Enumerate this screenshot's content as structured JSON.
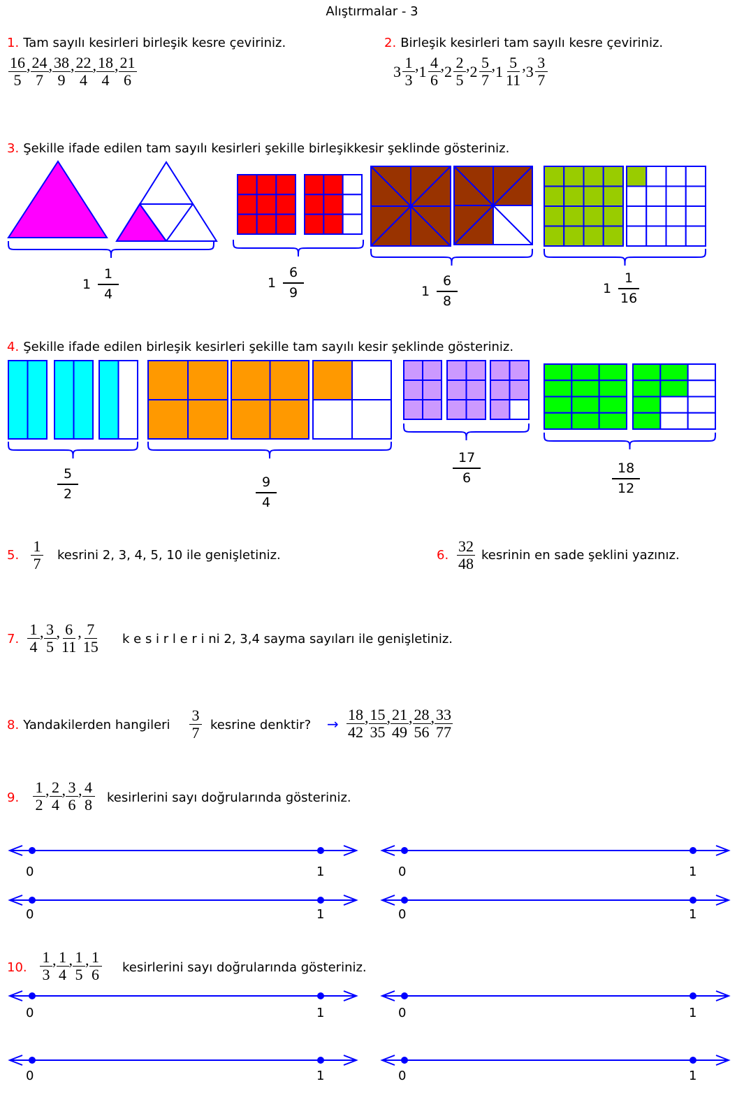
{
  "title": "Alıştırmalar - 3",
  "separator": ",",
  "q1": {
    "num": "1.",
    "text": "Tam sayılı kesirleri birleşik kesre çeviriniz.",
    "fractions": [
      {
        "n": "16",
        "d": "5"
      },
      {
        "n": "24",
        "d": "7"
      },
      {
        "n": "38",
        "d": "9"
      },
      {
        "n": "22",
        "d": "4"
      },
      {
        "n": "18",
        "d": "4"
      },
      {
        "n": "21",
        "d": "6"
      }
    ]
  },
  "q2": {
    "num": "2.",
    "text": "Birleşik kesirleri tam sayılı kesre çeviriniz.",
    "fractions": [
      {
        "w": "3",
        "n": "1",
        "d": "3"
      },
      {
        "w": "1",
        "n": "4",
        "d": "6"
      },
      {
        "w": "2",
        "n": "2",
        "d": "5"
      },
      {
        "w": "2",
        "n": "5",
        "d": "7"
      },
      {
        "w": "1",
        "n": "5",
        "d": "11"
      },
      {
        "w": "3",
        "n": "3",
        "d": "7"
      }
    ]
  },
  "q3": {
    "num": "3.",
    "text": "Şekille ifade edilen tam sayılı kesirleri şekille birleşikkesir şeklinde gösteriniz.",
    "labels": [
      {
        "w": "1",
        "n": "1",
        "d": "4"
      },
      {
        "w": "1",
        "n": "6",
        "d": "9"
      },
      {
        "w": "1",
        "n": "6",
        "d": "8"
      },
      {
        "w": "1",
        "n": "1",
        "d": "16"
      }
    ]
  },
  "q4": {
    "num": "4.",
    "text": "Şekille ifade edilen birleşik kesirleri şekille tam sayılı kesir şeklinde gösteriniz.",
    "labels": [
      {
        "n": "5",
        "d": "2"
      },
      {
        "n": "9",
        "d": "4"
      },
      {
        "n": "17",
        "d": "6"
      },
      {
        "n": "18",
        "d": "12"
      }
    ]
  },
  "q5": {
    "num": "5.",
    "fraction": {
      "n": "1",
      "d": "7"
    },
    "text": "kesrini 2, 3, 4, 5, 10 ile genişletiniz."
  },
  "q6": {
    "num": "6.",
    "fraction": {
      "n": "32",
      "d": "48"
    },
    "text": "kesrinin en sade şeklini yazınız."
  },
  "q7": {
    "num": "7.",
    "fractions": [
      {
        "n": "1",
        "d": "4"
      },
      {
        "n": "3",
        "d": "5"
      },
      {
        "n": "6",
        "d": "11"
      },
      {
        "n": "7",
        "d": "15"
      }
    ],
    "text": "k e s i r l e r i ni 2, 3,4 sayma sayıları ile genişletiniz."
  },
  "q8": {
    "num": "8.",
    "text_before": "Yandakilerden hangileri",
    "fraction": {
      "n": "3",
      "d": "7"
    },
    "text_after": "kesrine denktir?",
    "arrow": "→",
    "fractions": [
      {
        "n": "18",
        "d": "42"
      },
      {
        "n": "15",
        "d": "35"
      },
      {
        "n": "21",
        "d": "49"
      },
      {
        "n": "28",
        "d": "56"
      },
      {
        "n": "33",
        "d": "77"
      }
    ]
  },
  "q9": {
    "num": "9.",
    "fractions": [
      {
        "n": "1",
        "d": "2"
      },
      {
        "n": "2",
        "d": "4"
      },
      {
        "n": "3",
        "d": "6"
      },
      {
        "n": "4",
        "d": "8"
      }
    ],
    "text": "kesirlerini sayı doğrularında gösteriniz.",
    "number_lines": [
      {
        "start": "0",
        "end": "1"
      },
      {
        "start": "0",
        "end": "1"
      },
      {
        "start": "0",
        "end": "1"
      },
      {
        "start": "0",
        "end": "1"
      }
    ]
  },
  "q10": {
    "num": "10.",
    "fractions": [
      {
        "n": "1",
        "d": "3"
      },
      {
        "n": "1",
        "d": "4"
      },
      {
        "n": "1",
        "d": "5"
      },
      {
        "n": "1",
        "d": "6"
      }
    ],
    "text": "kesirlerini sayı doğrularında gösteriniz.",
    "number_lines": [
      {
        "start": "0",
        "end": "1"
      },
      {
        "start": "0",
        "end": "1"
      },
      {
        "start": "0",
        "end": "1"
      },
      {
        "start": "0",
        "end": "1"
      }
    ]
  },
  "colors": {
    "question_number": "#ff0000",
    "outline": "#0000ff",
    "magenta": "#ff00ff",
    "red": "#ff0000",
    "brown": "#993300",
    "lime": "#99cc00",
    "cyan": "#00ffff",
    "orange": "#ff9900",
    "lavender": "#cc99ff",
    "green": "#00ff00"
  }
}
